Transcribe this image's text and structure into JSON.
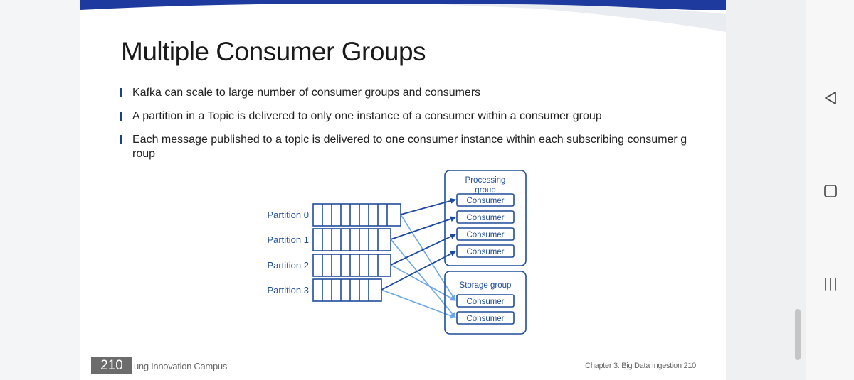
{
  "slide": {
    "title": "Multiple Consumer Groups",
    "bullets": [
      "Kafka can scale to large number of consumer groups and consumers",
      "A partition in a Topic is delivered to only one instance of a consumer within a consumer group",
      "Each message published to a topic is delivered to one consumer instance within each subscribing consumer g roup"
    ],
    "diagram": {
      "partitions": [
        "Partition 0",
        "Partition 1",
        "Partition 2",
        "Partition 3"
      ],
      "groups": [
        {
          "name": "Processing group",
          "consumers": [
            "Consumer",
            "Consumer",
            "Consumer",
            "Consumer"
          ]
        },
        {
          "name": "Storage group",
          "consumers": [
            "Consumer",
            "Consumer"
          ]
        }
      ]
    },
    "footer": {
      "page_number": "210",
      "left_text": "ung Innovation Campus",
      "right_text": "Chapter 3. Big Data Ingestion  210"
    }
  },
  "nav": {
    "back_icon": "back-triangle-icon",
    "home_icon": "home-square-icon",
    "recents_icon": "recents-lines-icon"
  },
  "colors": {
    "band_blue": "#1e3a9e",
    "diagram_blue": "#1f4d9c",
    "arrow_light": "#6aa6e8",
    "arrow_dark": "#1b4aa0"
  }
}
